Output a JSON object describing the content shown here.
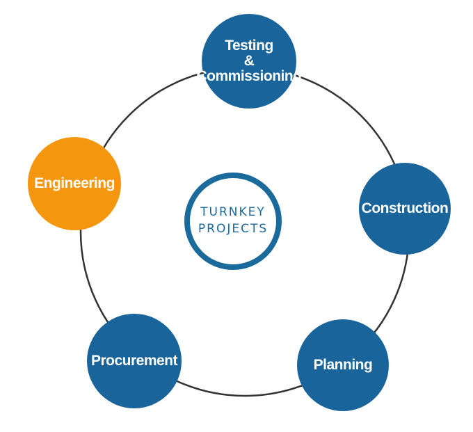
{
  "center": {
    "line1": "TURNKEY",
    "line2": "PROJECTS"
  },
  "stages": {
    "testing": {
      "line1": "Testing",
      "line2": "&",
      "line3": "Commissioning"
    },
    "construction": {
      "label": "Construction"
    },
    "planning": {
      "label": "Planning"
    },
    "procurement": {
      "label": "Procurement"
    },
    "engineering": {
      "label": "Engineering"
    }
  },
  "colors": {
    "stage_fill": "#19649a",
    "highlight_fill": "#f5960f",
    "ring_stroke": "#333333",
    "center_border": "#1a6a9c"
  }
}
